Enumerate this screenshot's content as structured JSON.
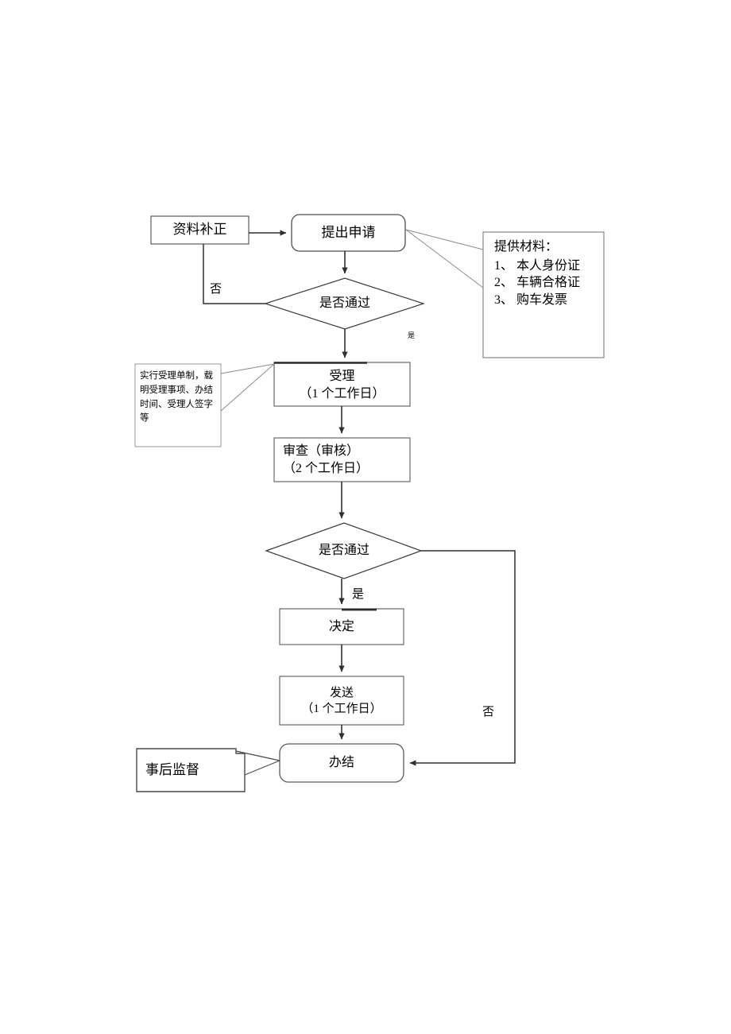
{
  "document": {
    "kind": "flowchart",
    "language": "zh-CN",
    "background": "#ffffff",
    "line_color": "#404040",
    "text_color": "#000000"
  },
  "nodes": {
    "supplement": {
      "label": "资料补正",
      "shape": "rectangle"
    },
    "apply": {
      "label": "提出申请",
      "shape": "rounded-rectangle"
    },
    "decision1": {
      "label": "是否通过",
      "shape": "diamond"
    },
    "accept": {
      "line1": "受理",
      "line2": "（1 个工作日）",
      "shape": "rectangle"
    },
    "review": {
      "line1": "审查（审核）",
      "line2": "（2 个工作日）",
      "shape": "rectangle"
    },
    "decision2": {
      "label": "是否通过",
      "shape": "diamond"
    },
    "decide": {
      "label": "决定",
      "shape": "rectangle"
    },
    "send": {
      "line1": "发送",
      "line2": "（1 个工作日）",
      "shape": "rectangle"
    },
    "complete": {
      "label": "办结",
      "shape": "rounded-rectangle"
    },
    "supervision": {
      "label": "事后监督",
      "shape": "callout-rectangle"
    }
  },
  "notes": {
    "materials": {
      "title": "提供材料：",
      "items": [
        "1、 本人身份证",
        "2、 车辆合格证",
        "3、 购车发票"
      ]
    },
    "accept_note": {
      "lines": [
        "实行受理单制，载",
        "明受理事项、办结",
        "时间、受理人签字",
        "等"
      ]
    }
  },
  "edge_labels": {
    "no_top": "否",
    "yes_top": "是",
    "yes_mid": "是",
    "no_right": "否"
  }
}
